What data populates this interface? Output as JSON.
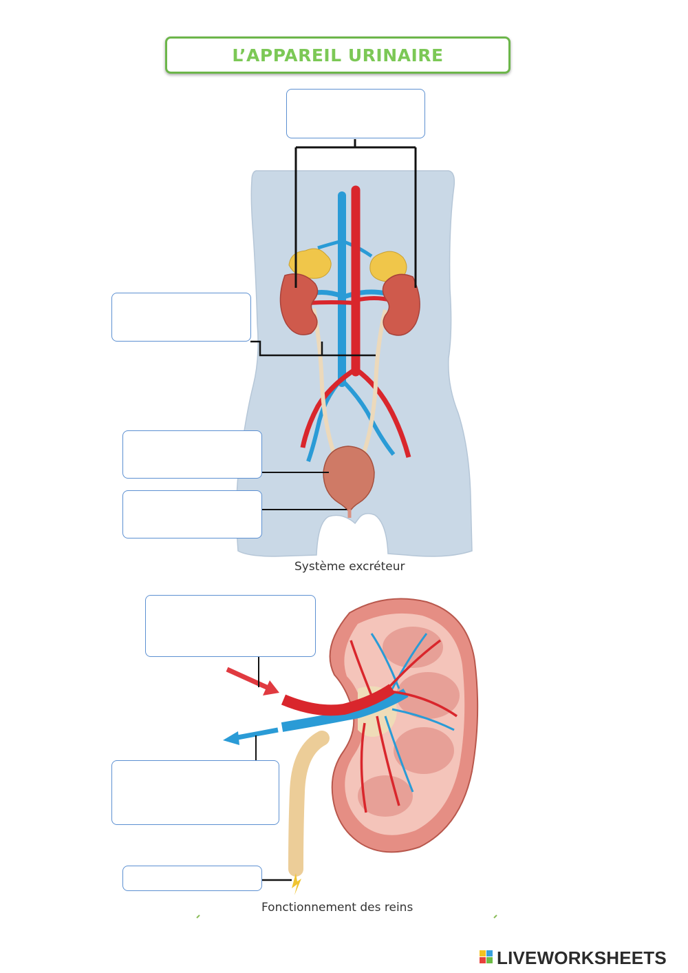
{
  "title": "L’APPAREIL URINAIRE",
  "captions": {
    "top": "Système excréteur",
    "bottom": "Fonctionnement des reins"
  },
  "answer_boxes": [
    {
      "id": "box-1",
      "value": ""
    },
    {
      "id": "box-2",
      "value": ""
    },
    {
      "id": "box-3",
      "value": ""
    },
    {
      "id": "box-4",
      "value": ""
    },
    {
      "id": "box-5",
      "value": ""
    },
    {
      "id": "box-6",
      "value": ""
    },
    {
      "id": "box-7",
      "value": ""
    }
  ],
  "brand": {
    "name": "LIVEWORKSHEETS"
  },
  "colors": {
    "title_border": "#6cb64a",
    "title_text": "#7cc856",
    "box_border": "#5b8fd1",
    "body": "#c9d8e6",
    "artery": "#d9262c",
    "vein": "#2a9bd6",
    "kidney": "#cf5a4c",
    "ureter": "#ecd9bb",
    "adrenal": "#f0c64a"
  }
}
